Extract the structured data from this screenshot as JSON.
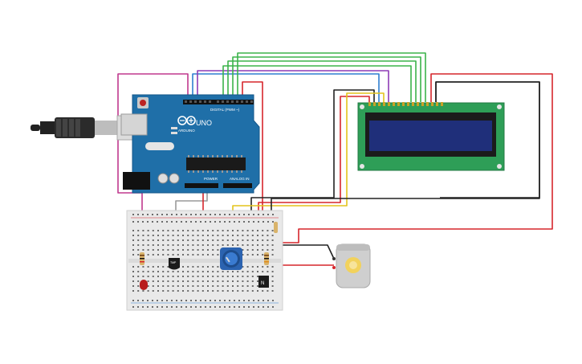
{
  "canvas": {
    "background": "#ffffff"
  },
  "colors": {
    "arduino_board": "#1f6fa8",
    "lcd_pcb": "#2e9e57",
    "lcd_screen": "#1f2f7a",
    "wire_red": "#d6262c",
    "wire_black": "#222222",
    "wire_green": "#3bb34a",
    "wire_blue": "#2f7fd1",
    "wire_purple": "#8e3bb5",
    "wire_magenta": "#c0398e",
    "wire_yellow": "#e3c41c",
    "wire_gray": "#9a9a9a",
    "breadboard": "#e9e9e9",
    "potentiometer": "#2b63b0",
    "motor_body": "#cfcfcf",
    "motor_shaft": "#f2d25c",
    "led_red": "#b81d1d"
  },
  "arduino": {
    "brand": "ARDUINO",
    "model": "UNO",
    "digital_label": "DIGITAL (PWM ~)",
    "power_label": "POWER",
    "analog_label": "ANALOG IN"
  },
  "breadboard": {
    "components": [
      "resistor",
      "led",
      "temperature-sensor",
      "potentiometer",
      "transistor",
      "resistor"
    ]
  },
  "lcd": {
    "pins": 16
  },
  "motor": {
    "type": "dc-motor"
  },
  "icons": [
    "usb-cable-icon",
    "arduino-logo-icon"
  ]
}
